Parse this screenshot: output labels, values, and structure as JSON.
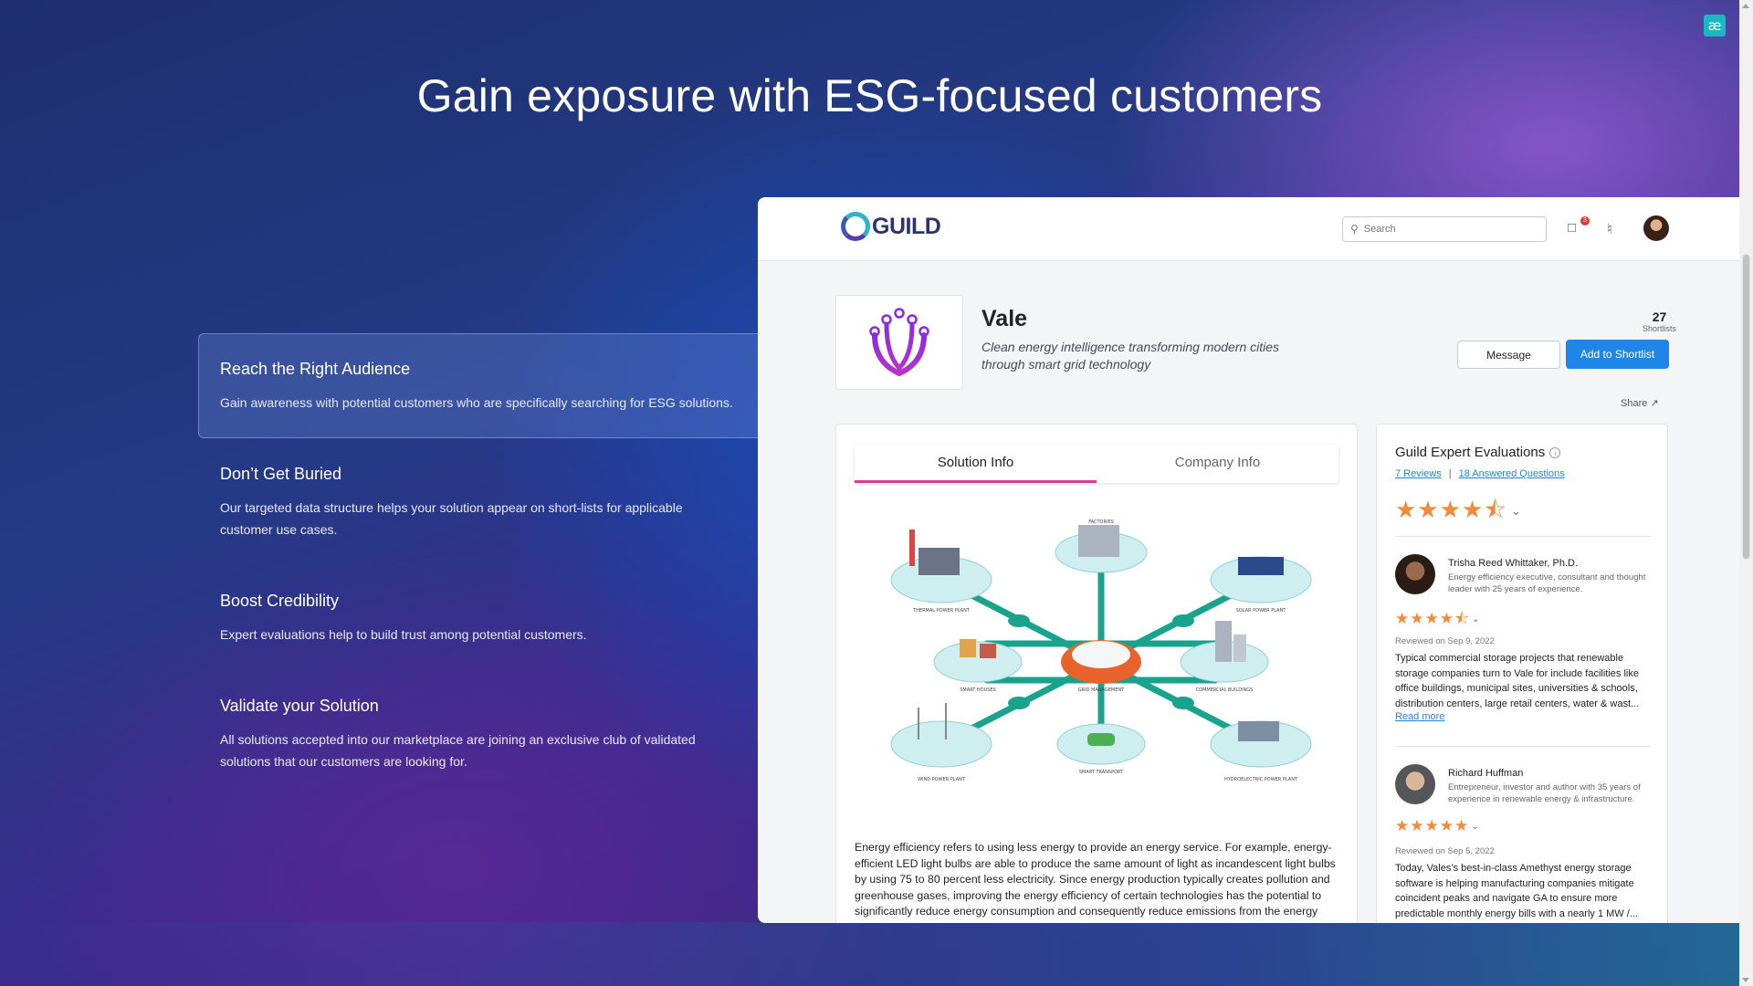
{
  "hero": {
    "title": "Gain exposure with ESG-focused customers"
  },
  "features": [
    {
      "title": "Reach the Right Audience",
      "text": "Gain awareness with potential customers who are specifically searching for ESG solutions."
    },
    {
      "title": "Don’t Get Buried",
      "text": "Our targeted data structure helps your solution appear on short-lists for applicable customer use cases."
    },
    {
      "title": "Boost Credibility",
      "text": "Expert evaluations help to build trust among potential customers."
    },
    {
      "title": "Validate your Solution",
      "text": "All solutions accepted into our marketplace are joining an exclusive club of validated solutions that our customers are looking for."
    }
  ],
  "app": {
    "logo_text": "GUILD",
    "search_placeholder": "Search",
    "chat_badge": "3",
    "product": {
      "name": "Vale",
      "tagline": "Clean energy intelligence transforming modern cities through smart grid technology",
      "shortlists_count": "27",
      "shortlists_label": "Shortlists",
      "message_label": "Message",
      "shortlist_label": "Add to Shortlist",
      "share_label": "Share"
    },
    "tabs": [
      {
        "label": "Solution Info"
      },
      {
        "label": "Company Info"
      }
    ],
    "illustration_labels": {
      "thermal": "THERMAL POWER PLANT",
      "factories": "FACTORIES",
      "solar": "SOLAR POWER PLANT",
      "houses": "SMART HOUSES",
      "grid": "GRID MANAGEMENT",
      "commercial": "COMMERCIAL BUILDINGS",
      "wind": "WIND POWER PLANT",
      "transport": "SMART TRANSPORT",
      "hydro": "HYDROELECTRIC POWER PLANT"
    },
    "description": "Energy efficiency refers to using less energy to provide an energy service. For example, energy-efficient LED light bulbs are able to produce the same amount of light as incandescent light bulbs by using 75 to 80 percent less electricity. Since energy production typically creates pollution and greenhouse gases, improving the energy efficiency of certain technologies has the potential to significantly reduce energy consumption and consequently reduce emissions from the energy sector.",
    "evaluations": {
      "title": "Guild Expert Evaluations",
      "reviews_link": "7 Reviews",
      "questions_link": "18 Answered Questions",
      "overall_rating": 4.5,
      "reviews": [
        {
          "name": "Trisha Reed Whittaker, Ph.D.",
          "bio": "Energy efficiency executive, consultant and thought leader with 25 years of experience.",
          "rating": 4.5,
          "date": "Reviewed on Sep 9, 2022",
          "text": "Typical commercial storage projects that renewable storage companies turn to Vale for include facilities like office buildings, municipal sites, universities & schools, distribution centers, large retail centers, water & wast...",
          "read_more": "Read more"
        },
        {
          "name": "Richard Huffman",
          "bio": "Entrepreneur, investor and author with 35 years of experience in renewable energy & infrastructure.",
          "rating": 5,
          "date": "Reviewed on Sep 5, 2022",
          "text": "Today, Vales’s best-in-class Amethyst energy storage software is helping manufacturing companies mitigate coincident peaks and navigate GA to ensure more predictable monthly energy bills with a nearly 1 MW /..."
        }
      ]
    }
  },
  "icons": {
    "corner": "ae-logo-icon",
    "search": "search-icon",
    "chat": "chat-icon",
    "bell": "bell-icon",
    "share": "external-link-icon"
  },
  "colors": {
    "accent_blue": "#1d86e6",
    "tab_underline": "#d23d97",
    "star": "#f28a3c",
    "teal": "#1aa38c"
  }
}
